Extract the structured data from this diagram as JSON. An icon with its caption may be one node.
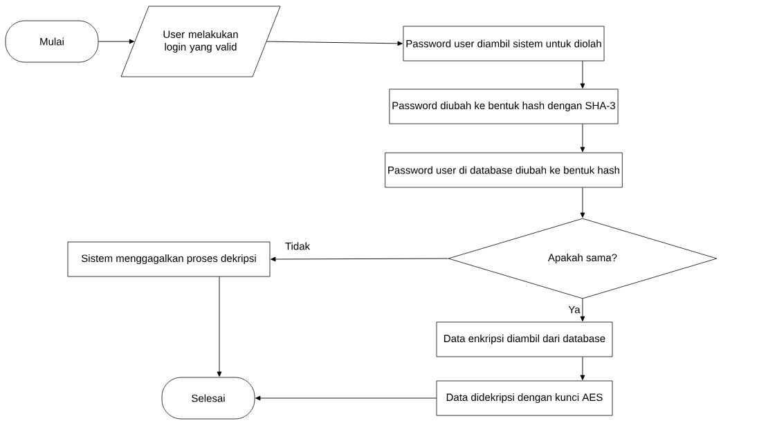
{
  "diagram": {
    "nodes": [
      {
        "text": [
          "Mulai"
        ]
      },
      {
        "text": [
          "User melakukan login yang valid"
        ]
      },
      {
        "text": [
          "Password user diambil sistem untuk diolah"
        ]
      },
      {
        "text": [
          "Password diubah ke bentuk hash dengan SHA-3"
        ]
      },
      {
        "text": [
          "Password user di database diubah ke bentuk hash"
        ]
      },
      {
        "text": [
          "Apakah sama?"
        ]
      },
      {
        "text": [
          "Sistem menggagalkan proses dekripsi"
        ]
      },
      {
        "text": [
          "Data enkripsi diambil dari database"
        ]
      },
      {
        "text": [
          "Data didekripsi dengan kunci AES"
        ]
      },
      {
        "text": [
          "Selesai"
        ]
      }
    ],
    "edges": [
      {
        "from": 0,
        "to": 1,
        "arrow": "to"
      },
      {
        "from": 1,
        "to": 2,
        "arrow": "to"
      },
      {
        "from": 2,
        "to": 3,
        "arrow": "to"
      },
      {
        "from": 3,
        "to": 4,
        "arrow": "to"
      },
      {
        "from": 4,
        "to": 5,
        "arrow": "to"
      },
      {
        "from": 5,
        "to": 6,
        "arrow": "to",
        "label": "Tidak"
      },
      {
        "from": 5,
        "to": 7,
        "arrow": "to",
        "label": "Ya"
      },
      {
        "from": 7,
        "to": 8,
        "arrow": "to"
      },
      {
        "from": 8,
        "to": 9,
        "arrow": "to"
      },
      {
        "from": 6,
        "to": 9,
        "arrow": "to"
      }
    ]
  }
}
